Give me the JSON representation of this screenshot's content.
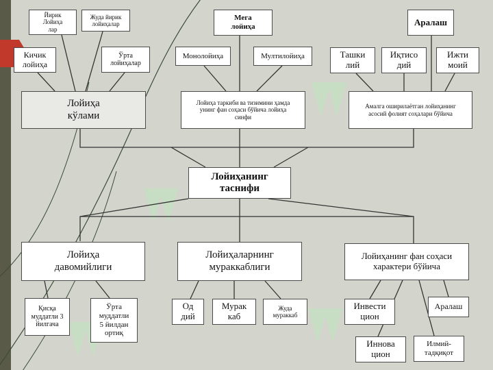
{
  "center": "Лойиҳанинг\nтаснифи",
  "top": {
    "scale": {
      "main": "Лойиҳа\nкўлами",
      "children": [
        "Йирик\nЛойиҳа\nлар",
        "Жуда йирик\nлойиҳалар",
        "Кичик\nлойиҳа",
        "Ўрта\nлойиҳалар"
      ]
    },
    "composition": {
      "header": "Мега\nлойиҳа",
      "main": "Лойиҳа таркиби ва тизимини ҳамда\nунинг фан соҳаси бўйича лойиҳа\nсинфи",
      "children": [
        "Монолойиҳа",
        "Мултилойиҳа"
      ]
    },
    "activity": {
      "header": "Аралаш",
      "main": "Амалга оширилаётган лойиҳанинг\nасосий фолият соҳалари бўйича",
      "children": [
        "Ташки\nлий",
        "Иқтисо\nдий",
        "Ижти\nмоий"
      ]
    }
  },
  "bottom": {
    "duration": {
      "main": "Лойиҳа\nдавомийлиги",
      "children": [
        "Қисқа\nмуддатли 3\nйилгача",
        "Ўрта\nмуддатли\n5 йилдан\nортиқ"
      ]
    },
    "complexity": {
      "main": "Лойиҳаларнинг\nмураккаблиги",
      "children": [
        "Од\nдий",
        "Мурак\nкаб",
        "Жуда\nмураккаб"
      ]
    },
    "field": {
      "main": "Лойиҳанинг фан соҳаси\nхарактери бўйича",
      "children": [
        "Инвести\nцион",
        "Аралаш",
        "Иннова\nцион",
        "Илмий-\nтадқиқот"
      ]
    }
  },
  "colors": {
    "background": "#d3d5cc",
    "accent": "#c0392b",
    "connector": "#333333",
    "watermark": "#c8f0c8"
  }
}
